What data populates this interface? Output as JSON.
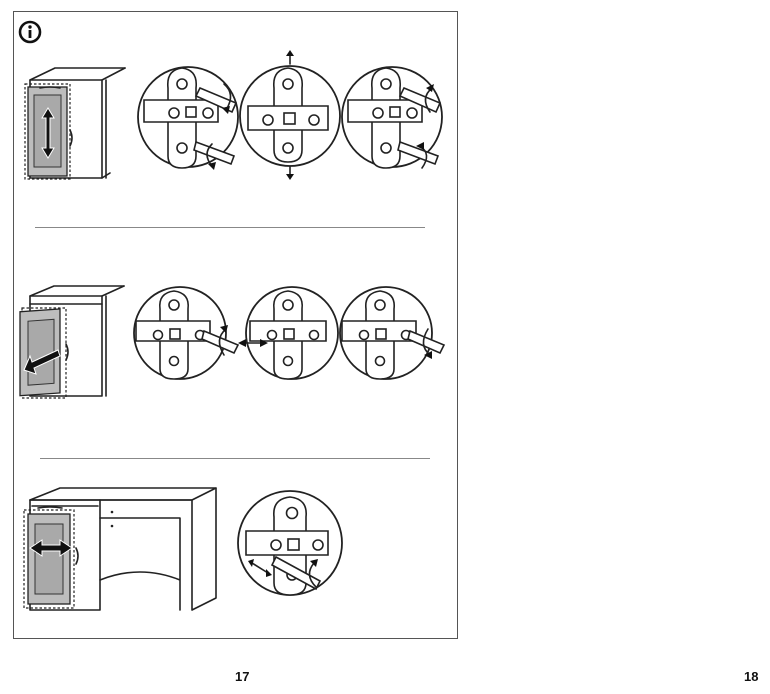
{
  "page": {
    "left_page_number": "17",
    "right_page_number": "18"
  },
  "icons": {
    "info": "info-circle-icon",
    "arrow_vertical": "double-arrow-vertical-icon",
    "arrow_diagonal": "arrow-diagonal-icon",
    "arrow_horizontal": "double-arrow-horizontal-icon",
    "screwdriver": "screwdriver-icon",
    "rotation": "rotation-arrow-icon"
  },
  "steps": [
    {
      "adjustment": "vertical",
      "detail_views": 3
    },
    {
      "adjustment": "depth",
      "detail_views": 3
    },
    {
      "adjustment": "horizontal",
      "detail_views": 1
    }
  ]
}
